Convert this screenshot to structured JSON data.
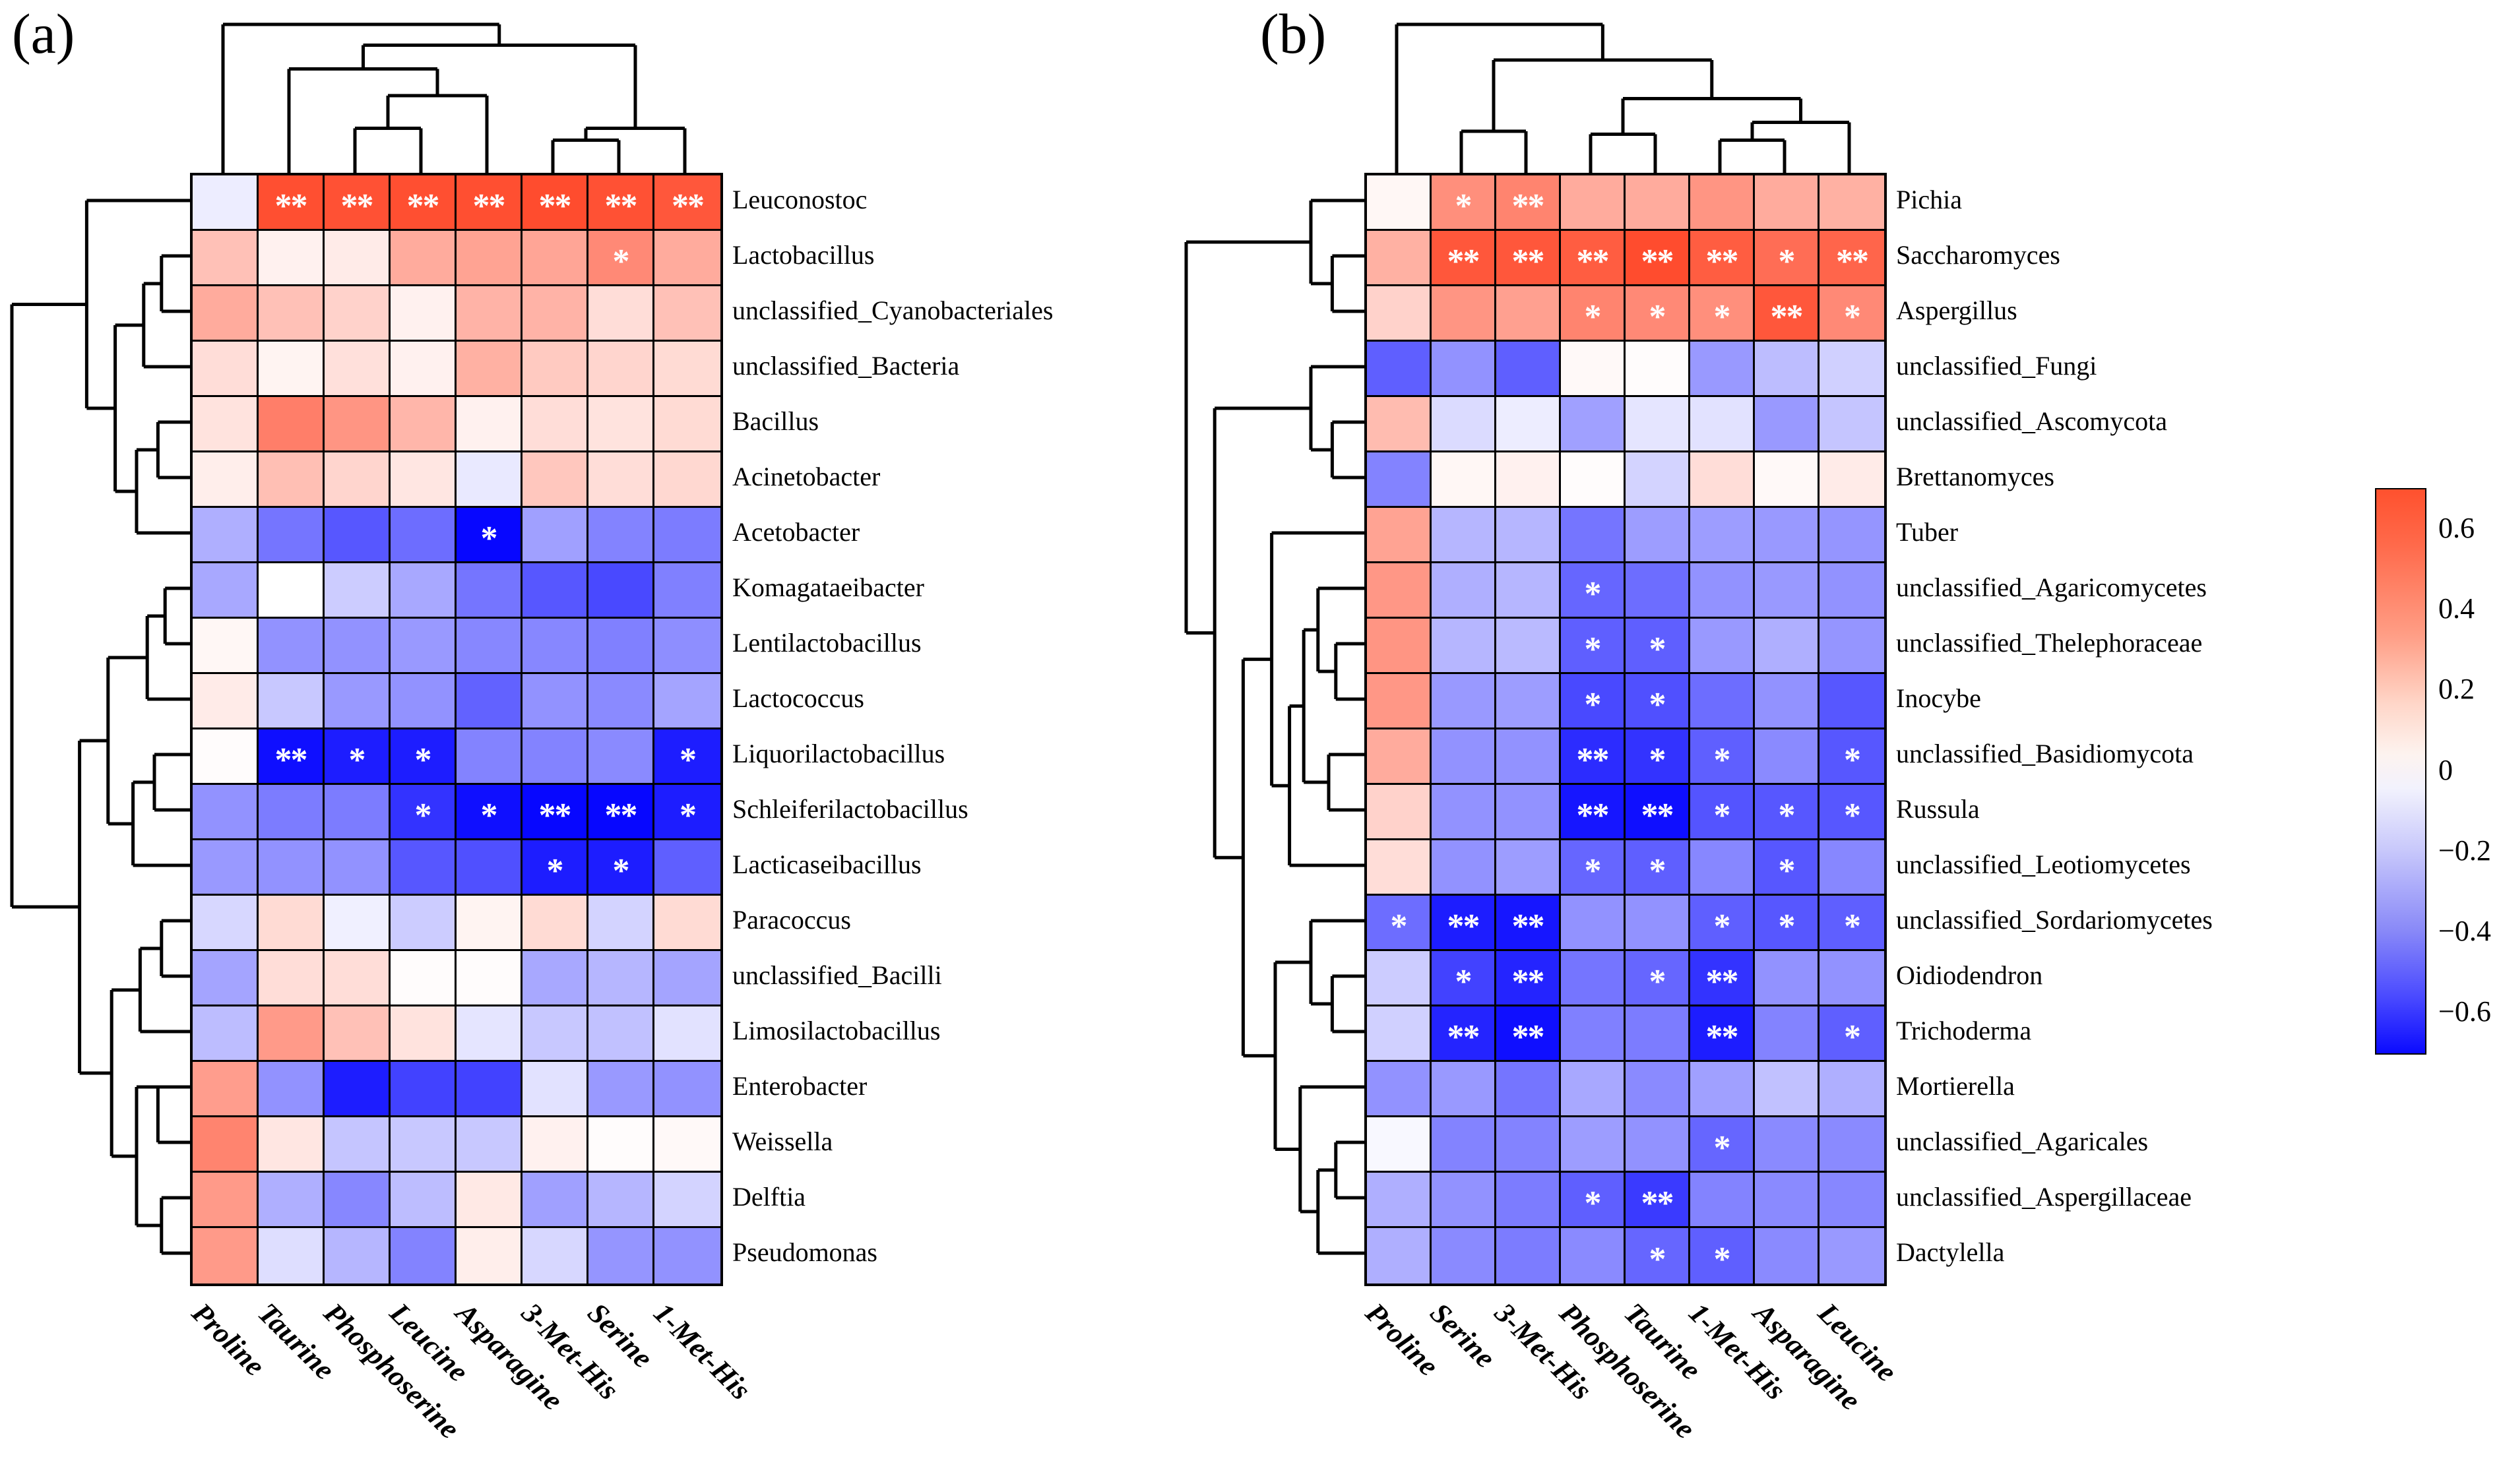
{
  "figure": {
    "panel_a_tag": "(a)",
    "panel_b_tag": "(b)"
  },
  "colorbar": {
    "ticks": [
      "0.6",
      "0.4",
      "0.2",
      "0",
      "−0.2",
      "−0.4",
      "−0.6"
    ],
    "vmin": -0.7,
    "vmax": 0.7,
    "high_color": "#ff3b1a",
    "mid_color": "#ffffff",
    "low_color": "#0000ff"
  },
  "chart_data": [
    {
      "type": "heatmap",
      "panel": "(a)",
      "title": "Bacterial genera vs amino acids correlation heatmap",
      "xlabel": "",
      "ylabel": "",
      "legend_position": "right",
      "grid": false,
      "zlim": [
        -0.7,
        0.7
      ],
      "significance_marker": "*",
      "categories": [
        "Proline",
        "Taurine",
        "Phosphoserine",
        "Leucine",
        "Asparagine",
        "3-Met-His",
        "Serine",
        "1-Met-His"
      ],
      "rows": [
        "Leuconostoc",
        "Lactobacillus",
        "unclassified_Cyanobacteriales",
        "unclassified_Bacteria",
        "Bacillus",
        "Acinetobacter",
        "Acetobacter",
        "Komagataeibacter",
        "Lentilactobacillus",
        "Lactococcus",
        "Liquorilactobacillus",
        "Schleiferilactobacillus",
        "Lacticaseibacillus",
        "Paracoccus",
        "unclassified_Bacilli",
        "Limosilactobacillus",
        "Enterobacter",
        "Weissella",
        "Delftia",
        "Pseudomonas"
      ],
      "values": [
        [
          -0.05,
          0.63,
          0.62,
          0.63,
          0.63,
          0.64,
          0.62,
          0.6
        ],
        [
          0.22,
          0.05,
          0.07,
          0.3,
          0.33,
          0.32,
          0.42,
          0.3
        ],
        [
          0.3,
          0.22,
          0.16,
          0.05,
          0.27,
          0.27,
          0.12,
          0.22
        ],
        [
          0.12,
          0.04,
          0.11,
          0.05,
          0.28,
          0.19,
          0.15,
          0.13
        ],
        [
          0.1,
          0.46,
          0.38,
          0.26,
          0.05,
          0.12,
          0.1,
          0.13
        ],
        [
          0.06,
          0.23,
          0.15,
          0.09,
          -0.06,
          0.2,
          0.12,
          0.14
        ],
        [
          -0.22,
          -0.38,
          -0.46,
          -0.4,
          -0.68,
          -0.26,
          -0.34,
          -0.36
        ],
        [
          -0.24,
          0.0,
          -0.14,
          -0.24,
          -0.38,
          -0.46,
          -0.5,
          -0.35
        ],
        [
          0.03,
          -0.3,
          -0.3,
          -0.28,
          -0.33,
          -0.33,
          -0.35,
          -0.31
        ],
        [
          0.07,
          -0.15,
          -0.28,
          -0.3,
          -0.43,
          -0.3,
          -0.32,
          -0.25
        ],
        [
          0.01,
          -0.66,
          -0.62,
          -0.62,
          -0.34,
          -0.34,
          -0.32,
          -0.62
        ],
        [
          -0.3,
          -0.36,
          -0.36,
          -0.56,
          -0.66,
          -0.68,
          -0.68,
          -0.62
        ],
        [
          -0.28,
          -0.3,
          -0.3,
          -0.46,
          -0.48,
          -0.62,
          -0.62,
          -0.44
        ],
        [
          -0.11,
          0.13,
          -0.04,
          -0.14,
          0.04,
          0.13,
          -0.12,
          0.13
        ],
        [
          -0.25,
          0.12,
          0.12,
          0.01,
          0.01,
          -0.24,
          -0.2,
          -0.25
        ],
        [
          -0.18,
          0.36,
          0.22,
          0.1,
          -0.07,
          -0.15,
          -0.17,
          -0.08
        ],
        [
          0.35,
          -0.3,
          -0.62,
          -0.52,
          -0.52,
          -0.08,
          -0.28,
          -0.3
        ],
        [
          0.44,
          0.09,
          -0.16,
          -0.15,
          -0.15,
          0.05,
          0.01,
          0.02
        ],
        [
          0.36,
          -0.22,
          -0.33,
          -0.18,
          0.08,
          -0.26,
          -0.2,
          -0.12
        ],
        [
          0.36,
          -0.09,
          -0.2,
          -0.34,
          0.06,
          -0.11,
          -0.29,
          -0.3
        ]
      ],
      "stars": [
        [
          "",
          "**",
          "**",
          "**",
          "**",
          "**",
          "**",
          "**"
        ],
        [
          "",
          "",
          "",
          "",
          "",
          "",
          "*",
          ""
        ],
        [
          "",
          "",
          "",
          "",
          "",
          "",
          "",
          ""
        ],
        [
          "",
          "",
          "",
          "",
          "",
          "",
          "",
          ""
        ],
        [
          "",
          "",
          "",
          "",
          "",
          "",
          "",
          ""
        ],
        [
          "",
          "",
          "",
          "",
          "",
          "",
          "",
          ""
        ],
        [
          "",
          "",
          "",
          "",
          "*",
          "",
          "",
          ""
        ],
        [
          "",
          "",
          "",
          "",
          "",
          "",
          "",
          ""
        ],
        [
          "",
          "",
          "",
          "",
          "",
          "",
          "",
          ""
        ],
        [
          "",
          "",
          "",
          "",
          "",
          "",
          "",
          ""
        ],
        [
          "",
          "**",
          "*",
          "*",
          "",
          "",
          "",
          "*"
        ],
        [
          "",
          "",
          "",
          "*",
          "*",
          "**",
          "**",
          "*"
        ],
        [
          "",
          "",
          "",
          "",
          "",
          "*",
          "*",
          ""
        ],
        [
          "",
          "",
          "",
          "",
          "",
          "",
          "",
          ""
        ],
        [
          "",
          "",
          "",
          "",
          "",
          "",
          "",
          ""
        ],
        [
          "",
          "",
          "",
          "",
          "",
          "",
          "",
          ""
        ],
        [
          "",
          "",
          "",
          "",
          "",
          "",
          "",
          ""
        ],
        [
          "",
          "",
          "",
          "",
          "",
          "",
          "",
          ""
        ],
        [
          "",
          "",
          "",
          "",
          "",
          "",
          "",
          ""
        ],
        [
          "",
          "",
          "",
          "",
          "",
          "",
          "",
          ""
        ]
      ]
    },
    {
      "type": "heatmap",
      "panel": "(b)",
      "title": "Fungal genera vs amino acids correlation heatmap",
      "xlabel": "",
      "ylabel": "",
      "legend_position": "right",
      "grid": false,
      "zlim": [
        -0.7,
        0.7
      ],
      "significance_marker": "*",
      "categories": [
        "Proline",
        "Serine",
        "3-Met-His",
        "Phosphoserine",
        "Taurine",
        "1-Met-His",
        "Asparagine",
        "Leucine"
      ],
      "rows": [
        "Pichia",
        "Saccharomyces",
        "Aspergillus",
        "unclassified_Fungi",
        "unclassified_Ascomycota",
        "Brettanomyces",
        "Tuber",
        "unclassified_Agaricomycetes",
        "unclassified_Thelephoraceae",
        "Inocybe",
        "unclassified_Basidiomycota",
        "Russula",
        "unclassified_Leotiomycetes",
        "unclassified_Sordariomycetes",
        "Oidiodendron",
        "Trichoderma",
        "Mortierella",
        "unclassified_Agaricales",
        "unclassified_Aspergillaceae",
        "Dactylella"
      ],
      "values": [
        [
          0.03,
          0.4,
          0.44,
          0.3,
          0.3,
          0.38,
          0.3,
          0.28
        ],
        [
          0.28,
          0.6,
          0.6,
          0.58,
          0.64,
          0.58,
          0.52,
          0.55
        ],
        [
          0.16,
          0.38,
          0.34,
          0.44,
          0.42,
          0.4,
          0.6,
          0.42
        ],
        [
          -0.44,
          -0.3,
          -0.44,
          0.02,
          0.01,
          -0.28,
          -0.18,
          -0.13
        ],
        [
          0.24,
          -0.1,
          -0.05,
          -0.26,
          -0.07,
          -0.08,
          -0.28,
          -0.16
        ],
        [
          -0.34,
          0.03,
          0.05,
          0.01,
          -0.12,
          0.12,
          0.02,
          0.07
        ],
        [
          0.33,
          -0.2,
          -0.2,
          -0.38,
          -0.27,
          -0.27,
          -0.28,
          -0.29
        ],
        [
          0.37,
          -0.22,
          -0.2,
          -0.42,
          -0.4,
          -0.3,
          -0.28,
          -0.3
        ],
        [
          0.38,
          -0.2,
          -0.19,
          -0.44,
          -0.44,
          -0.28,
          -0.22,
          -0.29
        ],
        [
          0.37,
          -0.28,
          -0.27,
          -0.5,
          -0.48,
          -0.4,
          -0.3,
          -0.46
        ],
        [
          0.3,
          -0.3,
          -0.3,
          -0.58,
          -0.56,
          -0.44,
          -0.32,
          -0.46
        ],
        [
          0.16,
          -0.3,
          -0.3,
          -0.64,
          -0.66,
          -0.47,
          -0.46,
          -0.46
        ],
        [
          0.12,
          -0.3,
          -0.27,
          -0.42,
          -0.44,
          -0.33,
          -0.46,
          -0.33
        ],
        [
          -0.4,
          -0.62,
          -0.64,
          -0.3,
          -0.3,
          -0.44,
          -0.46,
          -0.44
        ],
        [
          -0.14,
          -0.52,
          -0.6,
          -0.38,
          -0.42,
          -0.56,
          -0.3,
          -0.3
        ],
        [
          -0.13,
          -0.6,
          -0.66,
          -0.35,
          -0.36,
          -0.62,
          -0.34,
          -0.44
        ],
        [
          -0.3,
          -0.28,
          -0.38,
          -0.24,
          -0.32,
          -0.26,
          -0.17,
          -0.22
        ],
        [
          -0.02,
          -0.34,
          -0.34,
          -0.27,
          -0.3,
          -0.42,
          -0.32,
          -0.32
        ],
        [
          -0.22,
          -0.3,
          -0.36,
          -0.44,
          -0.54,
          -0.34,
          -0.32,
          -0.33
        ],
        [
          -0.22,
          -0.32,
          -0.36,
          -0.32,
          -0.42,
          -0.44,
          -0.32,
          -0.28
        ]
      ],
      "stars": [
        [
          "",
          "*",
          "**",
          "",
          "",
          "",
          "",
          ""
        ],
        [
          "",
          "**",
          "**",
          "**",
          "**",
          "**",
          "*",
          "**"
        ],
        [
          "",
          "",
          "",
          "*",
          "*",
          "*",
          "**",
          "*"
        ],
        [
          "",
          "",
          "",
          "",
          "",
          "",
          "",
          ""
        ],
        [
          "",
          "",
          "",
          "",
          "",
          "",
          "",
          ""
        ],
        [
          "",
          "",
          "",
          "",
          "",
          "",
          "",
          ""
        ],
        [
          "",
          "",
          "",
          "",
          "",
          "",
          "",
          ""
        ],
        [
          "",
          "",
          "",
          "*",
          "",
          "",
          "",
          ""
        ],
        [
          "",
          "",
          "",
          "*",
          "*",
          "",
          "",
          ""
        ],
        [
          "",
          "",
          "",
          "*",
          "*",
          "",
          "",
          ""
        ],
        [
          "",
          "",
          "",
          "**",
          "*",
          "*",
          "",
          "*"
        ],
        [
          "",
          "",
          "",
          "**",
          "**",
          "*",
          "*",
          "*"
        ],
        [
          "",
          "",
          "",
          "*",
          "*",
          "",
          "*",
          ""
        ],
        [
          "*",
          "**",
          "**",
          "",
          "",
          "*",
          "*",
          "*"
        ],
        [
          "",
          "*",
          "**",
          "",
          "*",
          "**",
          "",
          ""
        ],
        [
          "",
          "**",
          "**",
          "",
          "",
          "**",
          "",
          "*"
        ],
        [
          "",
          "",
          "",
          "",
          "",
          "",
          "",
          ""
        ],
        [
          "",
          "",
          "",
          "",
          "",
          "*",
          "",
          ""
        ],
        [
          "",
          "",
          "",
          "*",
          "**",
          "",
          "",
          ""
        ],
        [
          "",
          "",
          "",
          "",
          "*",
          "*",
          "",
          ""
        ]
      ]
    }
  ]
}
